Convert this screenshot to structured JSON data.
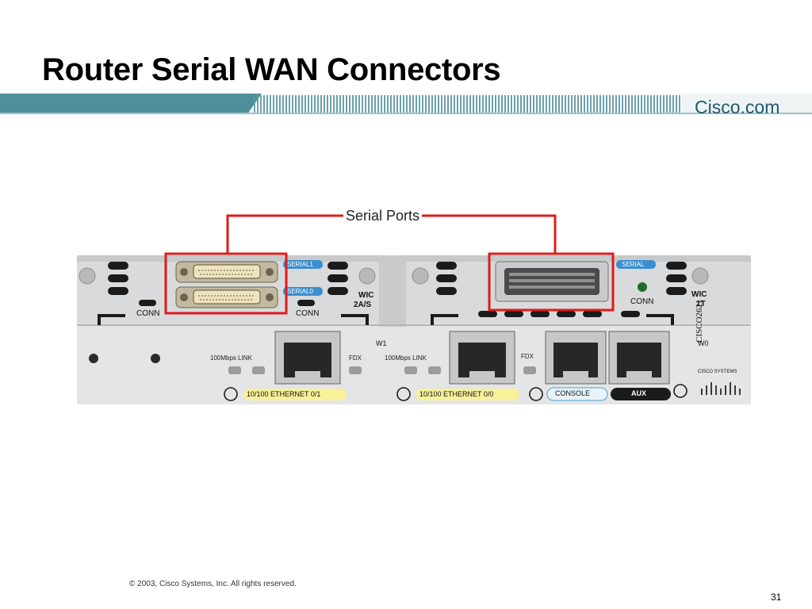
{
  "title": "Router Serial WAN Connectors",
  "brand": "Cisco.com",
  "callout": "Serial Ports",
  "router_labels": {
    "serial1": "SERIAL1",
    "serial0": "SERIAL0",
    "serial": "SERIAL",
    "conn": "CONN",
    "wic_2as_line1": "WIC",
    "wic_2as_line2": "2A/S",
    "wic_1t_line1": "WIC",
    "wic_1t_line2": "1T",
    "w1": "W1",
    "w0": "W0",
    "link_speed": "100Mbps LINK",
    "fdx": "FDX",
    "eth01": "10/100 ETHERNET 0/1",
    "eth00": "10/100 ETHERNET 0/0",
    "console": "CONSOLE",
    "aux": "AUX",
    "model": "CISCO2621",
    "vendor": "CISCO SYSTEMS"
  },
  "colors": {
    "accent_red": "#e01b1b",
    "band_teal": "#4f8f9a",
    "logo": "#1c5a6b",
    "chassis": "#d9dadb"
  },
  "footer": "© 2003, Cisco Systems, Inc. All rights reserved.",
  "page_number": "31"
}
